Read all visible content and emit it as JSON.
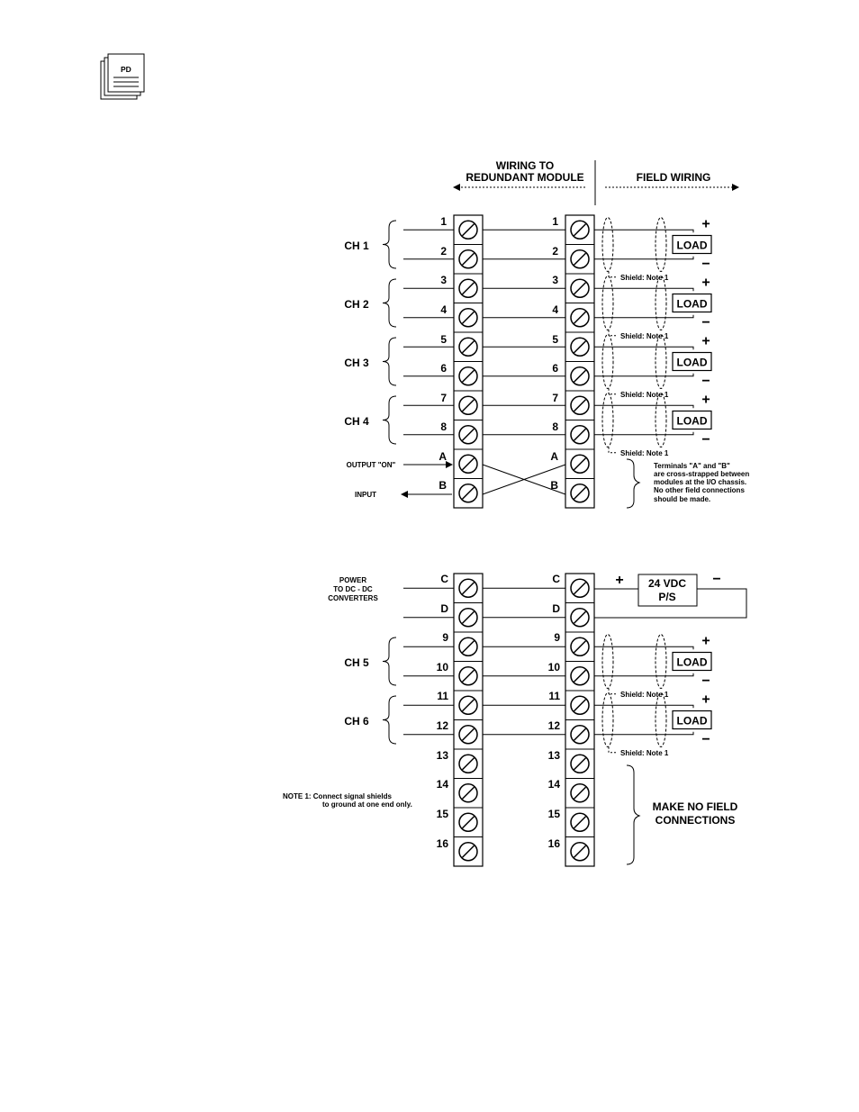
{
  "header": {
    "wiring_to_line1": "WIRING TO",
    "wiring_to_line2": "REDUNDANT MODULE",
    "field_wiring": "FIELD WIRING"
  },
  "doc_icon_label": "PD",
  "top_block": {
    "terminals": [
      "1",
      "2",
      "3",
      "4",
      "5",
      "6",
      "7",
      "8",
      "A",
      "B"
    ],
    "channels": [
      "CH 1",
      "CH 2",
      "CH 3",
      "CH 4"
    ],
    "output_on_label": "OUTPUT \"ON\"",
    "input_label": "INPUT",
    "cross_strap_note": [
      "Terminals \"A\" and \"B\"",
      "are cross-strapped between",
      "modules at the I/O chassis.",
      "No other field connections",
      "should be made."
    ]
  },
  "bottom_block": {
    "terminals": [
      "C",
      "D",
      "9",
      "10",
      "11",
      "12",
      "13",
      "14",
      "15",
      "16"
    ],
    "channels": [
      "CH 5",
      "CH 6"
    ],
    "power_label": [
      "POWER",
      "TO DC - DC",
      "CONVERTERS"
    ],
    "psu_label": [
      "24 VDC",
      "P/S"
    ],
    "make_no_field": [
      "MAKE NO FIELD",
      "CONNECTIONS"
    ],
    "note1": [
      "NOTE 1:   Connect signal shields",
      "to ground at one end only."
    ]
  },
  "load_label": "LOAD",
  "shield_label": "Shield:  Note  1",
  "plus_sign": "+",
  "minus_sign": "−"
}
